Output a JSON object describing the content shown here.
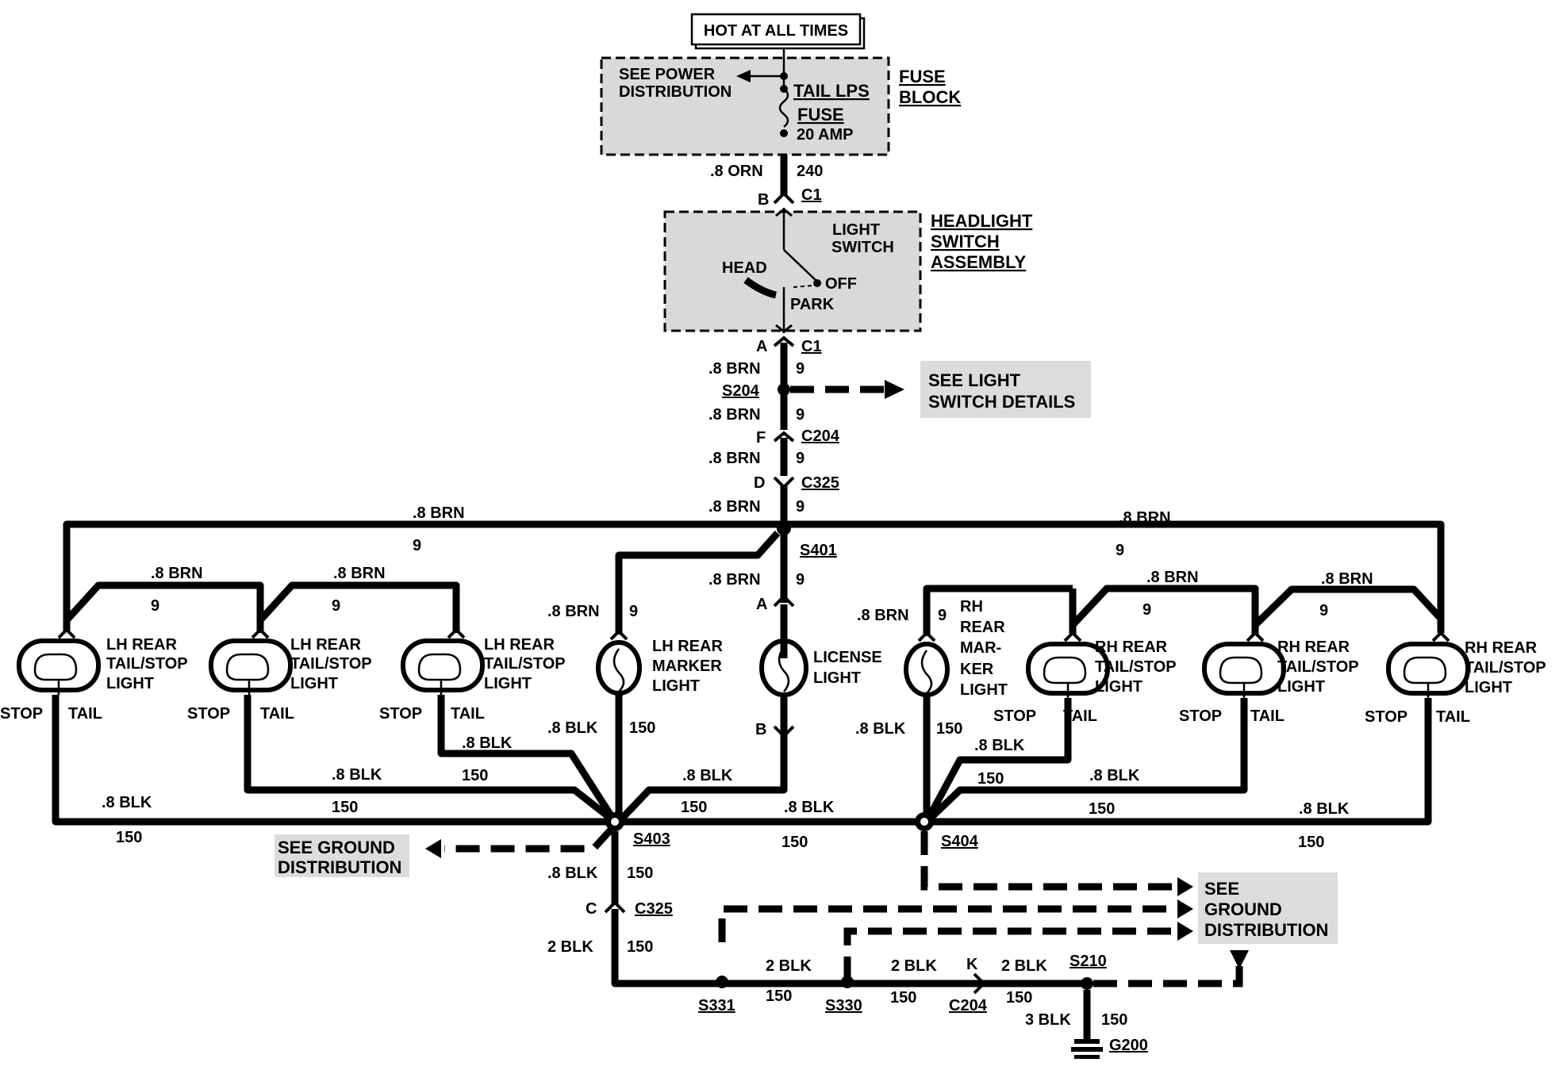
{
  "header": {
    "hot_label": "HOT AT ALL TIMES"
  },
  "fuse_block": {
    "see_power_1": "SEE POWER",
    "see_power_2": "DISTRIBUTION",
    "tail_lps": "TAIL LPS",
    "fuse": "FUSE",
    "amp": "20 AMP",
    "title_1": "FUSE",
    "title_2": "BLOCK"
  },
  "wire_240": {
    "gauge": ".8 ORN",
    "circuit": "240"
  },
  "c1_top": {
    "pin": "B",
    "name": "C1"
  },
  "headlight_switch": {
    "light_1": "LIGHT",
    "light_2": "SWITCH",
    "head": "HEAD",
    "off": "OFF",
    "park": "PARK",
    "title_1": "HEADLIGHT",
    "title_2": "SWITCH",
    "title_3": "ASSEMBLY"
  },
  "c1_bottom": {
    "pin": "A",
    "name": "C1"
  },
  "brn_wires": {
    "w1_gauge": ".8 BRN",
    "w1_circuit": "9",
    "w2_gauge": ".8 BRN",
    "w2_circuit": "9",
    "w3_gauge": ".8 BRN",
    "w3_circuit": "9",
    "w4_gauge": ".8 BRN",
    "w4_circuit": "9",
    "w5_gauge": ".8 BRN",
    "w5_circuit": "9",
    "left_top_gauge": ".8 BRN",
    "left_top_circuit": "9",
    "right_top_gauge": ".8 BRN",
    "right_top_circuit": "9",
    "lh2_gauge": ".8 BRN",
    "lh2_circuit": "9",
    "lh3_gauge": ".8 BRN",
    "lh3_circuit": "9",
    "lhm_gauge": ".8 BRN",
    "lhm_circuit": "9",
    "rhm_gauge": ".8 BRN",
    "rhm_circuit": "9",
    "rh2_gauge": ".8 BRN",
    "rh2_circuit": "9",
    "rh3_gauge": ".8 BRN",
    "rh3_circuit": "9"
  },
  "s204": {
    "name": "S204",
    "see_1": "SEE LIGHT",
    "see_2": "SWITCH DETAILS"
  },
  "c204": {
    "pin": "F",
    "name": "C204"
  },
  "c325_top": {
    "pin": "D",
    "name": "C325"
  },
  "s401": {
    "name": "S401"
  },
  "license_connector": {
    "pin_a": "A",
    "pin_b": "B"
  },
  "lamps": {
    "lh1": {
      "l1": "LH REAR",
      "l2": "TAIL/STOP",
      "l3": "LIGHT",
      "stop": "STOP",
      "tail": "TAIL"
    },
    "lh2": {
      "l1": "LH REAR",
      "l2": "TAIL/STOP",
      "l3": "LIGHT",
      "stop": "STOP",
      "tail": "TAIL"
    },
    "lh3": {
      "l1": "LH REAR",
      "l2": "TAIL/STOP",
      "l3": "LIGHT",
      "stop": "STOP",
      "tail": "TAIL"
    },
    "lhm": {
      "l1": "LH REAR",
      "l2": "MARKER",
      "l3": "LIGHT"
    },
    "lic": {
      "l1": "LICENSE",
      "l2": "LIGHT"
    },
    "rhm": {
      "l1": "RH",
      "l2": "REAR",
      "l3": "MAR-",
      "l4": "KER",
      "l5": "LIGHT"
    },
    "rh1": {
      "l1": "RH REAR",
      "l2": "TAIL/STOP",
      "l3": "LIGHT",
      "stop": "STOP",
      "tail": "TAIL"
    },
    "rh2": {
      "l1": "RH REAR",
      "l2": "TAIL/STOP",
      "l3": "LIGHT",
      "stop": "STOP",
      "tail": "TAIL"
    },
    "rh3": {
      "l1": "RH REAR",
      "l2": "TAIL/STOP",
      "l3": "LIGHT",
      "stop": "STOP",
      "tail": "TAIL"
    }
  },
  "blk_wires": {
    "lh1_gauge": ".8 BLK",
    "lh1_circuit": "150",
    "lh2_gauge": ".8 BLK",
    "lh2_circuit": "150",
    "lh3_gauge": ".8 BLK",
    "lh3_circuit": "150",
    "lhm_gauge": ".8 BLK",
    "lhm_circuit": "150",
    "lic_gauge": ".8 BLK",
    "lic_circuit": "150",
    "mid_gauge": ".8 BLK",
    "mid_circuit": "150",
    "rhm_gauge": ".8 BLK",
    "rhm_circuit": "150",
    "rh1_gauge": ".8 BLK",
    "rh1_circuit": "150",
    "rh2_gauge": ".8 BLK",
    "rh2_circuit": "150",
    "rh3_gauge": ".8 BLK",
    "rh3_circuit": "150",
    "down_gauge": ".8 BLK",
    "down_circuit": "150",
    "c325_gauge": "2 BLK",
    "c325_circuit": "150",
    "s331_gauge": "2 BLK",
    "s331_circuit": "150",
    "s330_gauge": "2 BLK",
    "s330_circuit": "150",
    "k_gauge": "2 BLK",
    "k_circuit": "150",
    "g200_gauge": "3 BLK",
    "g200_circuit": "150"
  },
  "s403": {
    "name": "S403",
    "see_1": "SEE GROUND",
    "see_2": "DISTRIBUTION"
  },
  "s404": {
    "name": "S404"
  },
  "c325_bottom": {
    "pin": "C",
    "name": "C325"
  },
  "ground_dist_right": {
    "l1": "SEE",
    "l2": "GROUND",
    "l3": "DISTRIBUTION"
  },
  "splices": {
    "s331": "S331",
    "s330": "S330",
    "s210": "S210"
  },
  "c204_bottom": {
    "pin": "K",
    "name": "C204"
  },
  "ground": {
    "name": "G200"
  }
}
